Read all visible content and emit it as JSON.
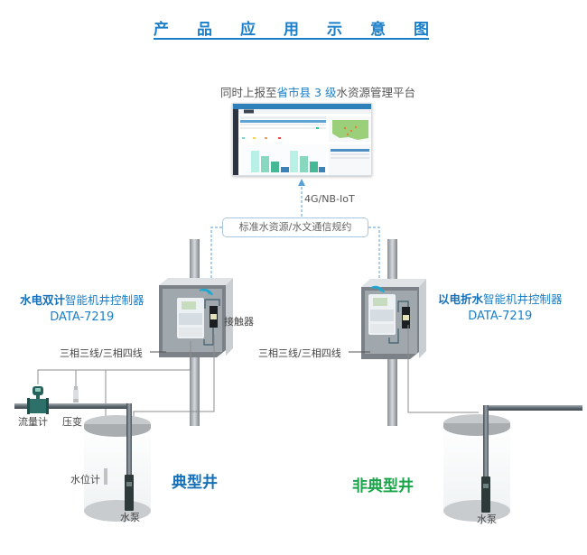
{
  "title": {
    "chars": [
      "产",
      "品",
      "应",
      "用",
      "示",
      "意",
      "图"
    ],
    "color": "#1a7fc8"
  },
  "platform": {
    "report_prefix": "同时上报至",
    "report_highlight": "省市县 3 级",
    "report_suffix": "水资源管理平台",
    "dashboard_icon": "dashboard-screenshot"
  },
  "network": {
    "label": "4G/NB-IoT",
    "protocol": "标准水资源/水文通信规约"
  },
  "left_controller": {
    "title_bold": "水电双计",
    "title_rest": "智能机井控制器",
    "model": "DATA-7219",
    "contactor_label": "接触器",
    "power_label": "三相三线/三相四线"
  },
  "right_controller": {
    "title_bold": "以电折水",
    "title_rest": "智能机井控制器",
    "model": "DATA-7219",
    "power_label": "三相三线/三相四线"
  },
  "left_well": {
    "name": "典型井",
    "name_color": "#1570b8",
    "ground_color": "#8ad3ef",
    "flowmeter_label": "流量计",
    "pressure_label": "压变",
    "level_label": "水位计",
    "pump_label": "水泵"
  },
  "right_well": {
    "name": "非典型井",
    "name_color": "#1aa54a",
    "ground_color": "#b5dfd8",
    "pump_label": "水泵"
  }
}
